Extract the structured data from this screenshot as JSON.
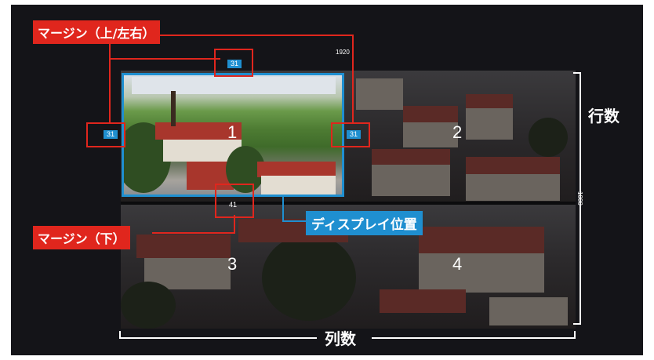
{
  "labels": {
    "margin_top_side": "マージン（上/左右）",
    "margin_bottom": "マージン（下）",
    "display_position": "ディスプレイ位置",
    "rows": "行数",
    "columns": "列数",
    "width_px": "1920",
    "height_px": "1080"
  },
  "margins": {
    "top": "31",
    "left": "31",
    "right": "31",
    "bottom": "41"
  },
  "quadrants": [
    "1",
    "2",
    "3",
    "4"
  ],
  "colors": {
    "red": "#e0261d",
    "blue": "#1f8fd0",
    "background": "#141418"
  }
}
